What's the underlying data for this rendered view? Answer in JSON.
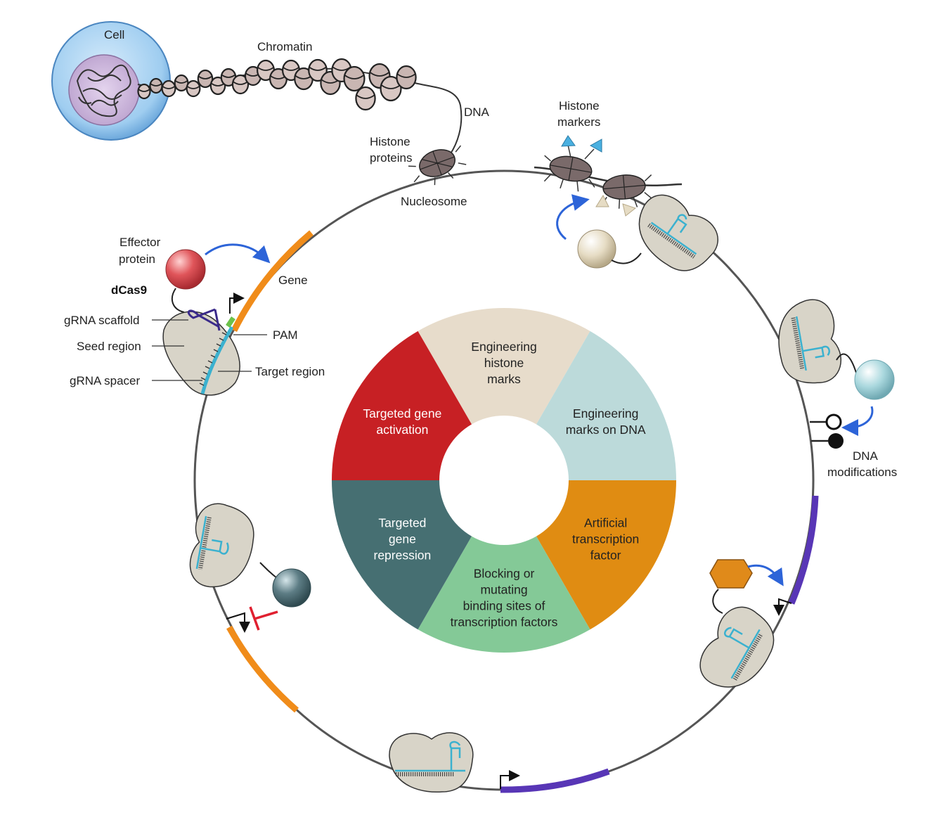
{
  "labels": {
    "cell": "Cell",
    "chromatin": "Chromatin",
    "dna": "DNA",
    "histone_proteins": [
      "Histone",
      "proteins"
    ],
    "nucleosome": "Nucleosome",
    "histone_markers": [
      "Histone",
      "markers"
    ],
    "effector_protein": [
      "Effector",
      "protein"
    ],
    "dcas9": "dCas9",
    "gene": "Gene",
    "grna_scaffold": "gRNA scaffold",
    "seed_region": "Seed region",
    "grna_spacer": "gRNA spacer",
    "pam": "PAM",
    "target_region": "Target region",
    "dna_modifications": [
      "DNA",
      "modifications"
    ]
  },
  "wheel": {
    "segments": [
      {
        "lines": [
          "Engineering",
          "histone",
          "marks"
        ],
        "color": "#e7dccb",
        "text_color": "#222222"
      },
      {
        "lines": [
          "Engineering",
          "marks on DNA"
        ],
        "color": "#bcdada",
        "text_color": "#222222"
      },
      {
        "lines": [
          "Artificial",
          "transcription",
          "factor"
        ],
        "color": "#e08c12",
        "text_color": "#222222"
      },
      {
        "lines": [
          "Blocking or",
          "mutating",
          "binding sites of",
          "transcription factors"
        ],
        "color": "#84c997",
        "text_color": "#222222"
      },
      {
        "lines": [
          "Targeted",
          "gene",
          "repression"
        ],
        "color": "#466f72",
        "text_color": "#ffffff"
      },
      {
        "lines": [
          "Targeted gene",
          "activation"
        ],
        "color": "#c72024",
        "text_color": "#ffffff"
      }
    ]
  },
  "colors": {
    "gene_orange": "#f08c1a",
    "gene_purple": "#5836b6",
    "dna_line": "#555555",
    "dcas9_fill": "#d8d4c8",
    "grna": "#3bb1cf",
    "pam": "#6cc24a",
    "arrow_blue": "#2d64d8",
    "repress_red": "#e02030",
    "effector_red": "#d9464c",
    "effector_beige": "#e6dcc4",
    "effector_teal": "#a8d6dc",
    "effector_slate": "#5d7d85",
    "effector_orange": "#e08a1a",
    "histone_marker": "#4ab0e0"
  }
}
